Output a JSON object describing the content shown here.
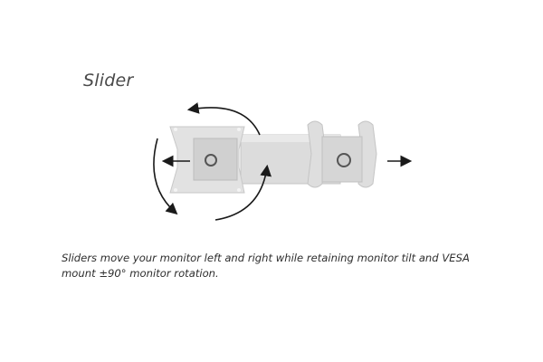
{
  "section": {
    "title": "Slider",
    "caption": "Sliders move your monitor left and right while retaining monitor tilt and VESA mount ±90° monitor rotation."
  },
  "figure": {
    "subject": "monitor-arm-slider-illustration",
    "elements": [
      "left-vesa-plate",
      "slider-arm",
      "right-vesa-plate",
      "left-arrow",
      "right-arrow",
      "rotation-arrows"
    ],
    "colors": {
      "metal": "#d9d9d9",
      "metal_dark": "#b5b5b5",
      "arrow": "#1a1a1a"
    }
  }
}
